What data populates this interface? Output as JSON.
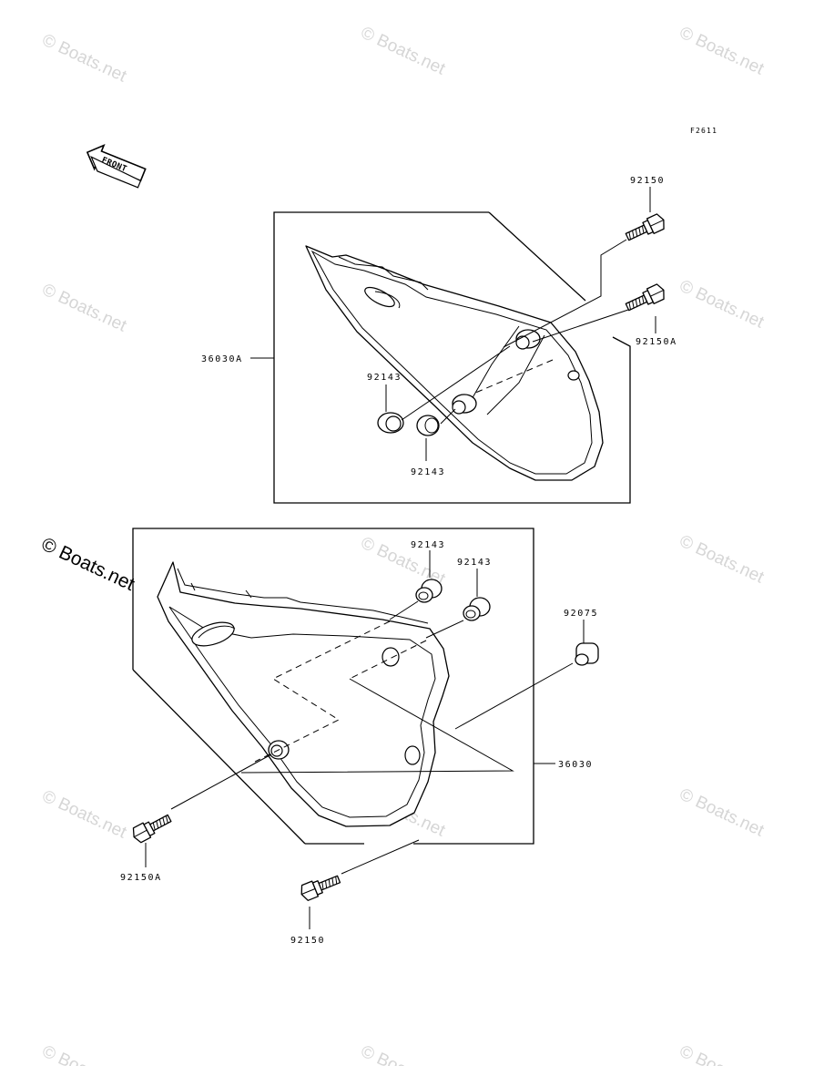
{
  "figure_ref": "F2611",
  "front_arrow": {
    "text": "FRONT",
    "icon": "front-arrow-icon"
  },
  "watermark": {
    "text": "© Boats.net"
  },
  "upper_group": {
    "cover_label": "36030A",
    "bolt_top_label": "92150",
    "bolt_right_label": "92150A",
    "grommet_upper_label": "92143",
    "grommet_lower_label": "92143"
  },
  "lower_group": {
    "cover_label": "36030",
    "grommet_left_label": "92143",
    "grommet_right_label": "92143",
    "cap_label": "92075",
    "bolt_left_label": "92150A",
    "bolt_bottom_label": "92150"
  }
}
